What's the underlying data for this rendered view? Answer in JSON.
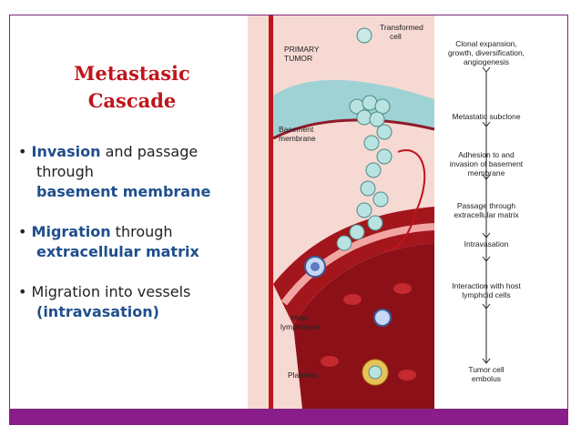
{
  "slide": {
    "title_line1": "Metastasic",
    "title_line2": "Cascade",
    "bullets": {
      "b1_prefix": "• ",
      "b1_highlight": "Invasion",
      "b1_rest": " and passage",
      "b1_line2": "through",
      "b1_line3": "basement membrane",
      "b2_prefix": "• ",
      "b2_highlight": "Migration",
      "b2_rest": " through",
      "b2_line2": "extracellular matrix",
      "b3_text": "• Migration into vessels",
      "b3_line2": "(intravasation)"
    },
    "colors": {
      "title": "#c0141b",
      "highlight": "#1f4e8c",
      "border": "#7a2a78",
      "bar": "#8a1d8a"
    }
  },
  "figure": {
    "left_labels": {
      "primary_tumor_1": "PRIMARY",
      "primary_tumor_2": "TUMOR",
      "basement_1": "Basement",
      "basement_2": "membrane",
      "host_1": "Host",
      "host_2": "lymphocyte",
      "platelets": "Platelets"
    },
    "top_label_1": "Transformed",
    "top_label_2": "cell",
    "steps": [
      [
        "Clonal expansion,",
        "growth, diversification,",
        "angiogenesis"
      ],
      [
        "Metastatic subclone"
      ],
      [
        "Adhesion to and",
        "invasion of basement",
        "membrane"
      ],
      [
        "Passage through",
        "extracellular matrix"
      ],
      [
        "Intravasation"
      ],
      [
        "Interaction with host",
        "lymphoid cells"
      ],
      [
        "Tumor cell",
        "embolus"
      ]
    ]
  }
}
